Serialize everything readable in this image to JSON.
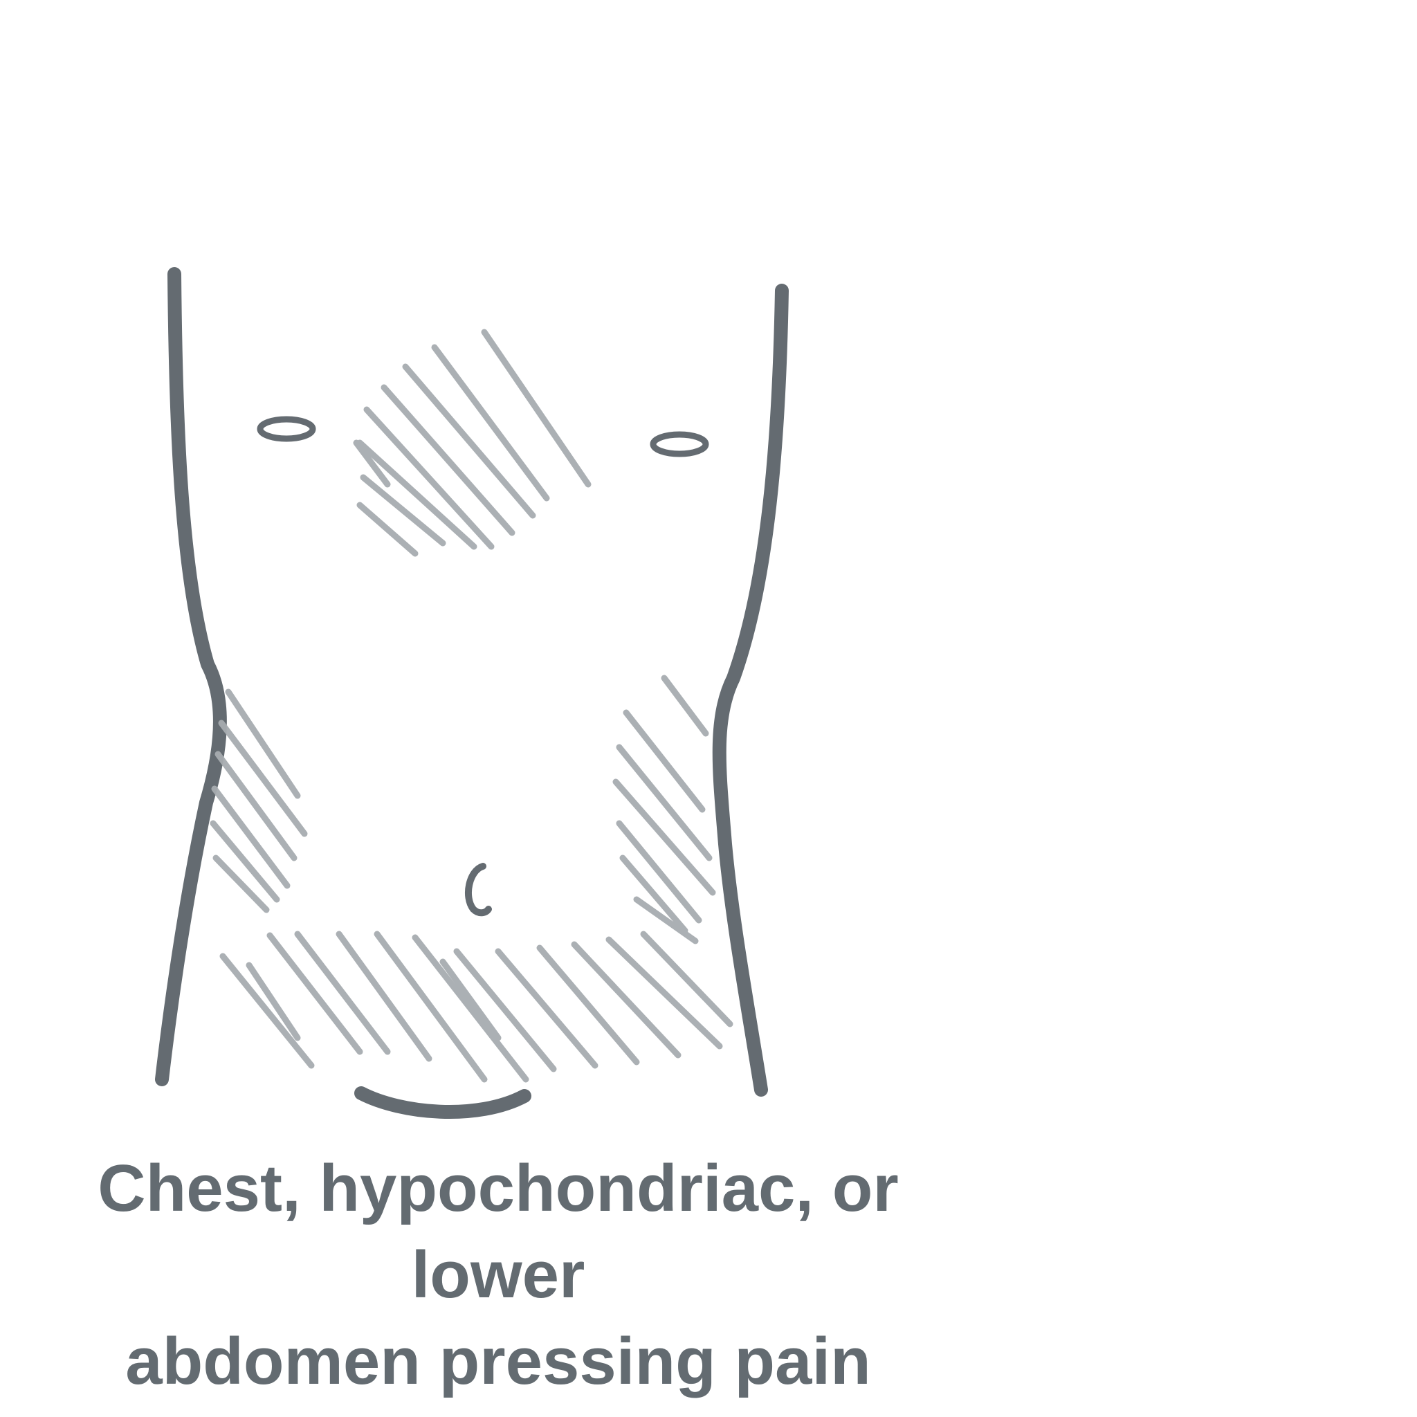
{
  "colors": {
    "outline": "#646b71",
    "shading": "#a7acb0",
    "caption": "#636b71",
    "background": "#ffffff"
  },
  "illustration": {
    "subject": "front view of torso outline with shaded pain regions",
    "shaded_regions": [
      "chest",
      "right-hypochondriac",
      "left-hypochondriac",
      "lower-abdomen"
    ]
  },
  "caption": {
    "text": "Chest, hypochondriac, or lower\nabdomen pressing pain"
  }
}
